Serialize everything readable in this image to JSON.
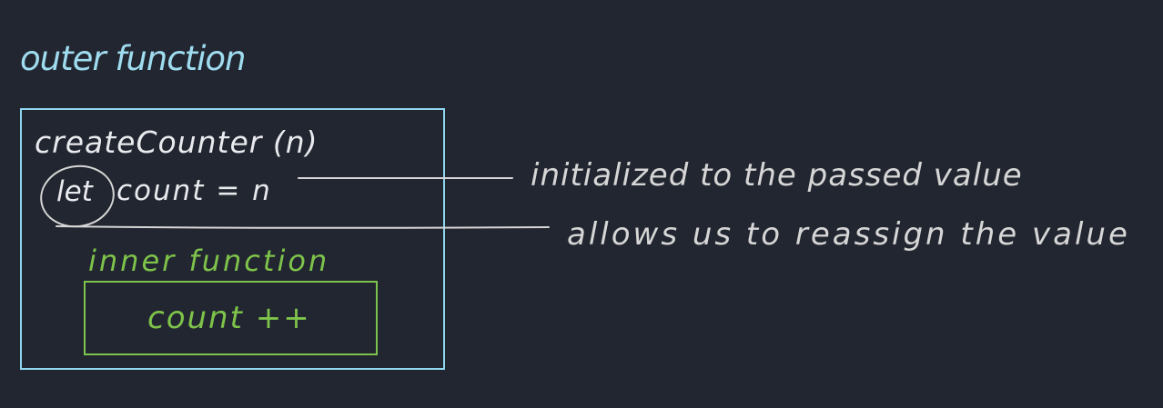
{
  "diagram": {
    "outer_label": "outer function",
    "function_signature": "createCounter (n)",
    "let_keyword": "let",
    "count_declaration": "count = n",
    "inner_label": "inner function",
    "inner_statement": "count ++",
    "annotation_initialized": "initialized to the passed value",
    "annotation_let": "allows us to reassign the value"
  },
  "colors": {
    "background": "#222630",
    "outer_scope": "#8fd6ef",
    "inner_scope": "#7cc44b",
    "code_text": "#e8eaee",
    "annotation_text": "#d6d6d6"
  }
}
